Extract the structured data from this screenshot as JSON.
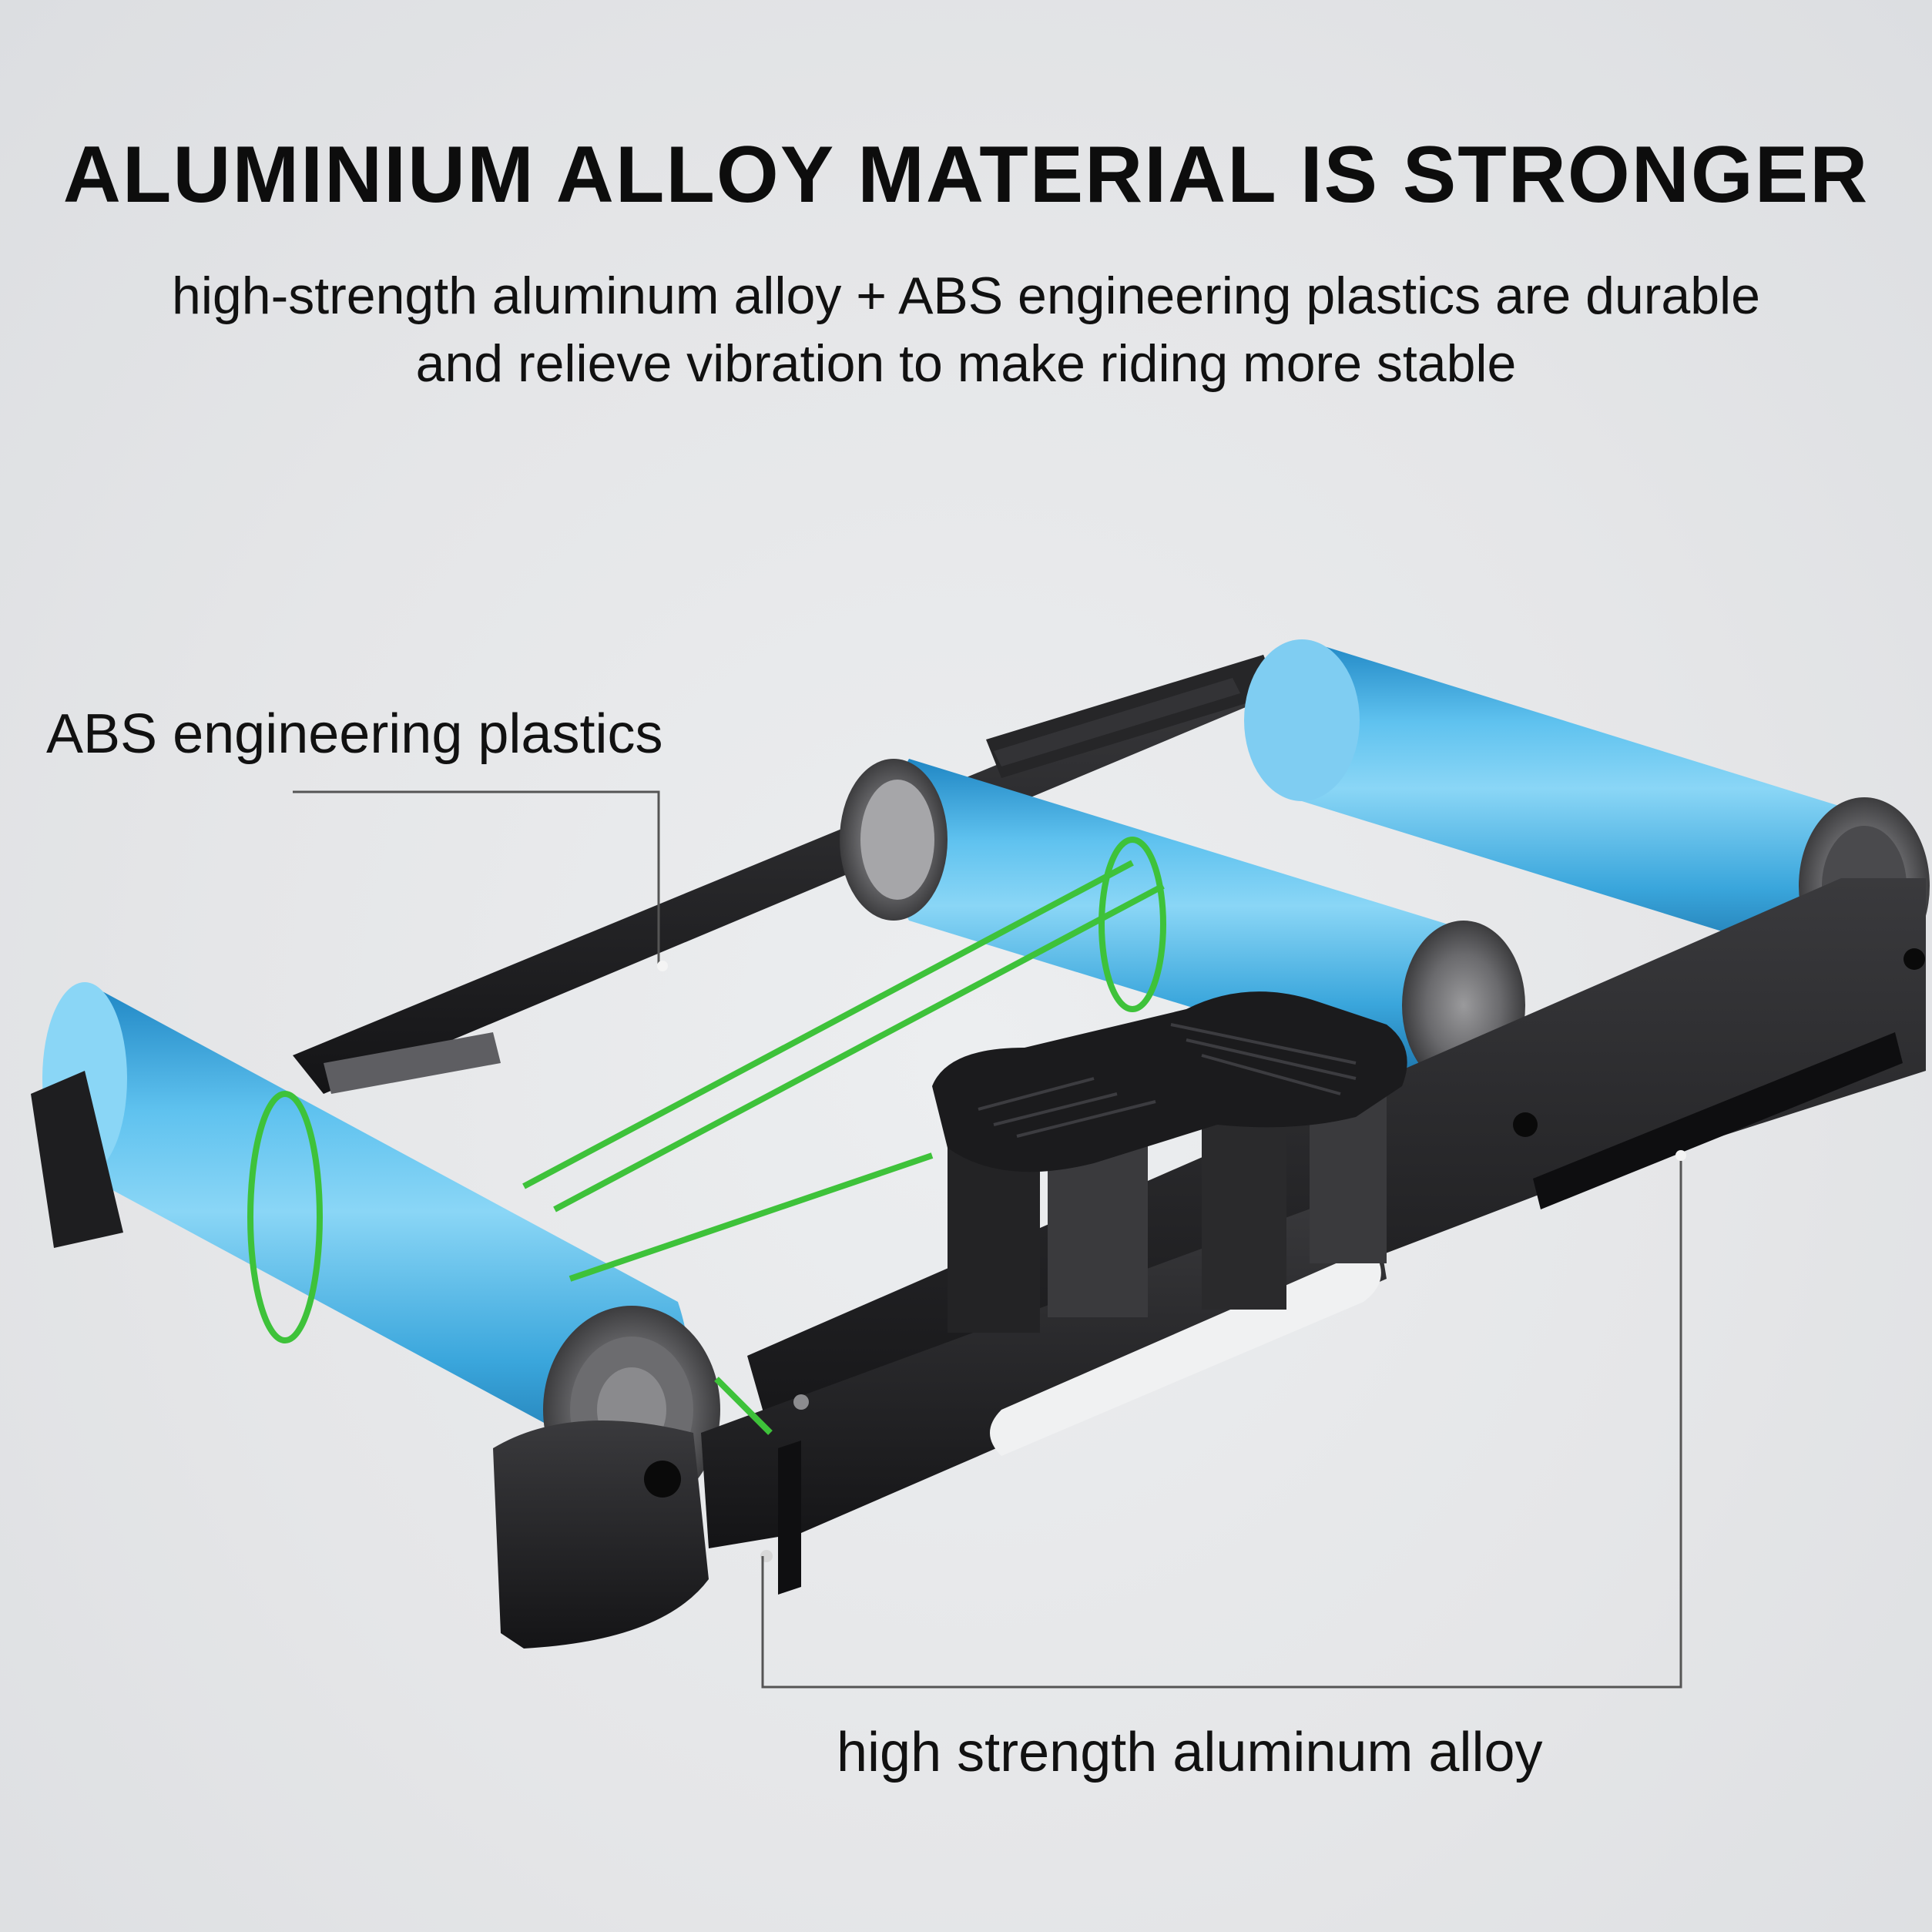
{
  "headline": "ALUMINIUM ALLOY MATERIAL IS STRONGER",
  "subline": {
    "line1": "high-strength aluminum alloy + ABS engineering plastics are durable",
    "line2": "and relieve vibration to make riding more stable"
  },
  "callouts": {
    "abs": "ABS engineering plastics",
    "alloy": "high strength aluminum alloy"
  },
  "colors": {
    "background": "#e6e7e9",
    "roller_blue": "#3aa6dc",
    "frame_black": "#1c1c1e",
    "band_green": "#3ec23a"
  }
}
